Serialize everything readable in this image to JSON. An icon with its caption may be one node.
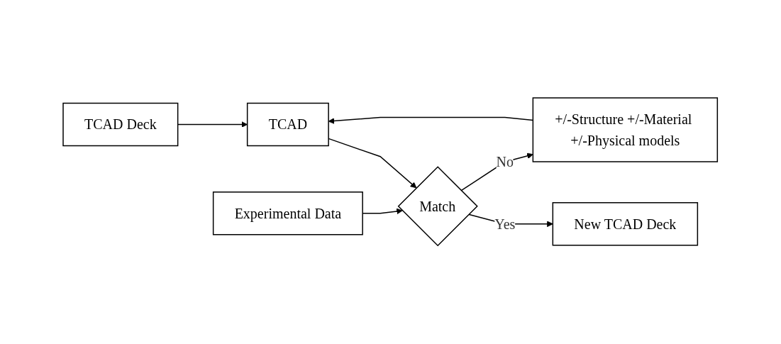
{
  "diagram": {
    "nodes": [
      {
        "text": [
          "TCAD Deck"
        ]
      },
      {
        "text": [
          "TCAD"
        ]
      },
      {
        "text": [
          "Experimental Data"
        ]
      },
      {
        "text": [
          "Match"
        ]
      },
      {
        "text": [
          "New TCAD Deck"
        ]
      },
      {
        "text": [
          "+/-Structure +/-Material +/-Physical models"
        ]
      }
    ],
    "edges": [
      {
        "from": 0,
        "to": 1,
        "arrow": "to"
      },
      {
        "from": 1,
        "to": 3,
        "arrow": "to"
      },
      {
        "from": 2,
        "to": 3,
        "arrow": "to"
      },
      {
        "from": 3,
        "to": 4,
        "label": "Yes",
        "arrow": "to"
      },
      {
        "from": 3,
        "to": 5,
        "label": "No",
        "arrow": "to"
      },
      {
        "from": 5,
        "to": 1,
        "arrow": "to"
      }
    ]
  }
}
